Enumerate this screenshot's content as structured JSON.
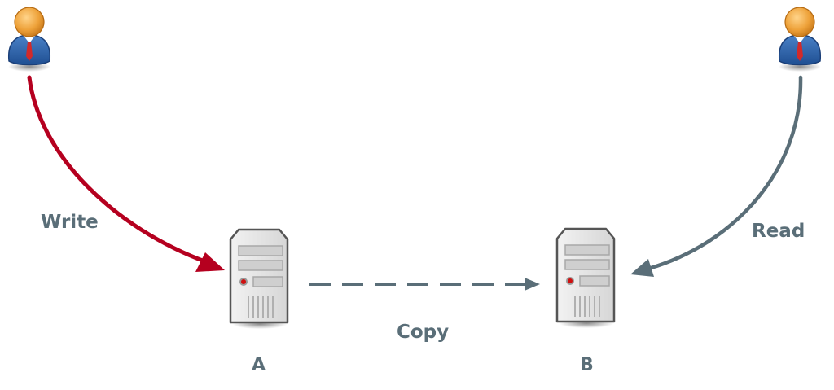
{
  "diagram": {
    "type": "replication-flow",
    "colors": {
      "write_arrow": "#b5001f",
      "read_arrow": "#5a6e78",
      "copy_arrow": "#5a6e78",
      "label_text": "#5a6e78",
      "user_head": "#e8962a",
      "user_body": "#2f64a8",
      "user_tie": "#d12a2a",
      "server_body": "#e6e6e6",
      "server_outline": "#555555",
      "server_led": "#d01010"
    },
    "nodes": {
      "user_left": {
        "icon": "user-icon",
        "role": "writer"
      },
      "user_right": {
        "icon": "user-icon",
        "role": "reader"
      },
      "server_a": {
        "icon": "server-icon",
        "label": "A"
      },
      "server_b": {
        "icon": "server-icon",
        "label": "B"
      }
    },
    "edges": {
      "write": {
        "label": "Write",
        "from": "user_left",
        "to": "server_a",
        "style": "solid"
      },
      "read": {
        "label": "Read",
        "from": "user_right",
        "to": "server_b",
        "style": "solid"
      },
      "copy": {
        "label": "Copy",
        "from": "server_a",
        "to": "server_b",
        "style": "dashed"
      }
    }
  }
}
